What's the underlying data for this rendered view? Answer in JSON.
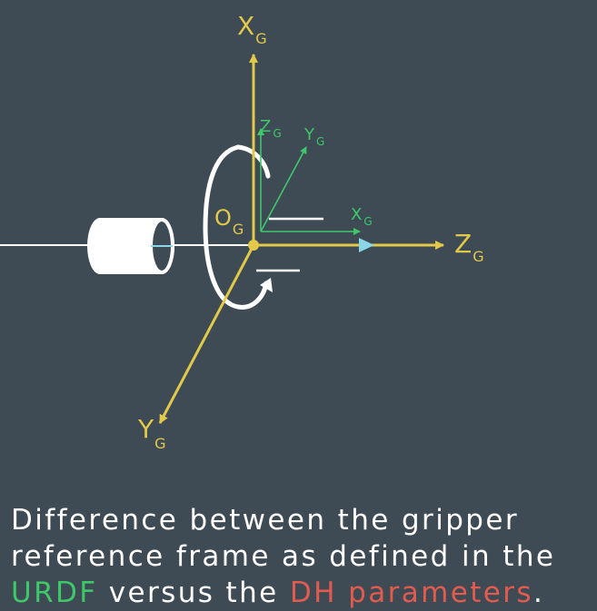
{
  "labels": {
    "dh_x": {
      "main": "X",
      "sub": "G"
    },
    "dh_z": {
      "main": "Z",
      "sub": "G"
    },
    "dh_y": {
      "main": "Y",
      "sub": "G"
    },
    "origin": {
      "main": "O",
      "sub": "G"
    },
    "urdf_z": {
      "main": "Z",
      "sub": "G"
    },
    "urdf_y": {
      "main": "Y",
      "sub": "G"
    },
    "urdf_x": {
      "main": "X",
      "sub": "G"
    }
  },
  "caption": {
    "line1": "Difference between the gripper",
    "line2": "reference frame as defined in the",
    "urdf": "URDF",
    "mid": " versus the ",
    "dh": "DH parameters",
    "end": "."
  },
  "colors": {
    "background": "#3e4a54",
    "dh_axes": "#e3c94a",
    "urdf_axes": "#3ec86a",
    "link": "#ffffff",
    "rotation_arrow": "#ffffff",
    "accent_cyan": "#8ad6e6",
    "text": "#ffffff",
    "urdf_highlight": "#3ec86a",
    "dh_highlight": "#e35b4f"
  },
  "icons": {
    "gripper": "cylinder-shape",
    "rotation": "circular-arrow-icon"
  }
}
